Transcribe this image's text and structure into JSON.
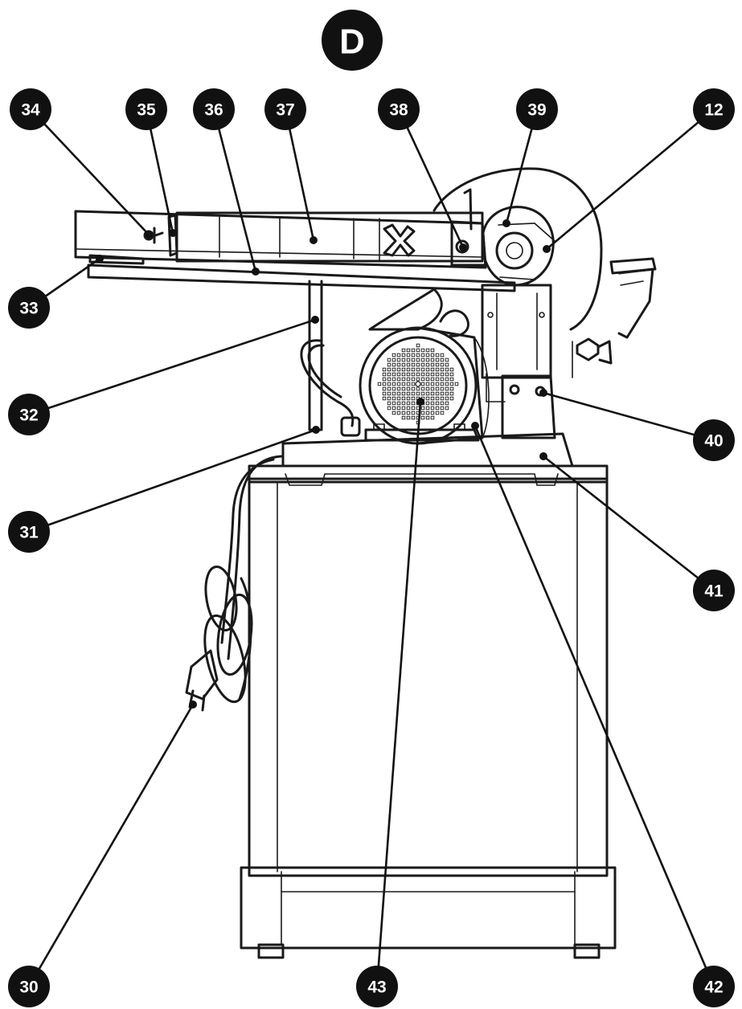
{
  "figure": {
    "letter": "D",
    "callouts": [
      {
        "id": "c34",
        "label": "34"
      },
      {
        "id": "c35",
        "label": "35"
      },
      {
        "id": "c36",
        "label": "36"
      },
      {
        "id": "c37",
        "label": "37"
      },
      {
        "id": "c38",
        "label": "38"
      },
      {
        "id": "c39",
        "label": "39"
      },
      {
        "id": "c12",
        "label": "12"
      },
      {
        "id": "c33",
        "label": "33"
      },
      {
        "id": "c32",
        "label": "32"
      },
      {
        "id": "c40",
        "label": "40"
      },
      {
        "id": "c31",
        "label": "31"
      },
      {
        "id": "c41",
        "label": "41"
      },
      {
        "id": "c30",
        "label": "30"
      },
      {
        "id": "c43",
        "label": "43"
      },
      {
        "id": "c42",
        "label": "42"
      }
    ]
  },
  "colors": {
    "badge": "#111111",
    "line": "#1a1a1a",
    "background": "#ffffff"
  }
}
